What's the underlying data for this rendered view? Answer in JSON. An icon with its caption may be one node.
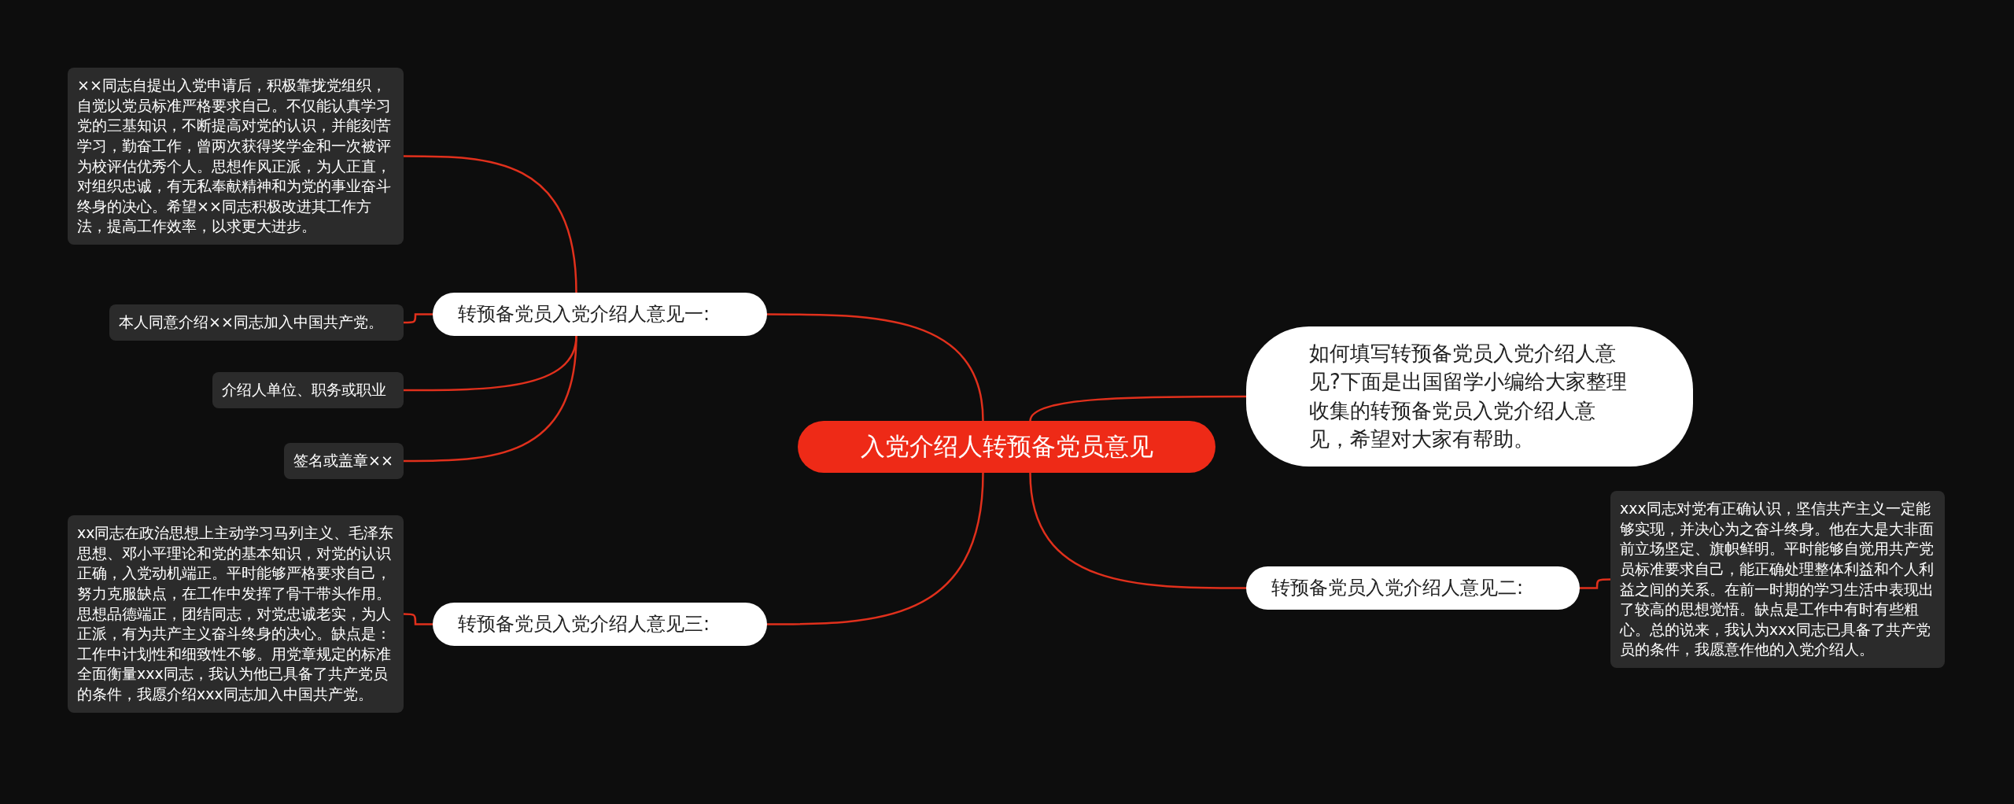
{
  "diagram": {
    "nodes": [
      {
        "text": [
          "入党介绍人转预备党员意见"
        ]
      },
      {
        "text": [
          "转预备党员入党介绍人意见一:"
        ]
      },
      {
        "text": [
          "××同志自提出入党申请后，积极靠拢党组织，自觉以党员标准严格要求自己。不仅能认真学习党的三基知识，不断提高对党的认识，并能刻苦学习，勤奋工作，曾两次获得奖学金和一次被评为校评估优秀个人。思想作风正派，为人正直，对组织忠诚，有无私奉献精神和为党的事业奋斗终身的决心。希望××同志积极改进其工作方法，提高工作效率，以求更大进步。"
        ]
      },
      {
        "text": [
          "本人同意介绍××同志加入中国共产党。"
        ]
      },
      {
        "text": [
          "介绍人单位、职务或职业"
        ]
      },
      {
        "text": [
          "签名或盖章××"
        ]
      },
      {
        "text": [
          "如何填写转预备党员入党介绍人意见?下面是出国留学小编给大家整理收集的转预备党员入党介绍人意见，希望对大家有帮助。"
        ]
      },
      {
        "text": [
          "转预备党员入党介绍人意见二:"
        ]
      },
      {
        "text": [
          "xxx同志对党有正确认识，坚信共产主义一定能够实现，并决心为之奋斗终身。他在大是大非面前立场坚定、旗帜鲜明。平时能够自觉用共产党员标准要求自己，能正确处理整体利益和个人利益之间的关系。在前一时期的学习生活中表现出了较高的思想觉悟。缺点是工作中有时有些粗心。总的说来，我认为xxx同志已具备了共产党员的条件，我愿意作他的入党介绍人。"
        ]
      },
      {
        "text": [
          "转预备党员入党介绍人意见三:"
        ]
      },
      {
        "text": [
          "xx同志在政治思想上主动学习马列主义、毛泽东思想、邓小平理论和党的基本知识，对党的认识正确，入党动机端正。平时能够严格要求自己，努力克服缺点，在工作中发挥了骨干带头作用。思想品德端正，团结同志，对党忠诚老实，为人正派，有为共产主义奋斗终身的决心。缺点是：工作中计划性和细致性不够。用党章规定的标准全面衡量xxx同志，我认为他已具备了共产党员的条件，我愿介绍xxx同志加入中国共产党。"
        ]
      }
    ],
    "edges": [
      {
        "from": 0,
        "to": 1,
        "arrow": "none"
      },
      {
        "from": 1,
        "to": 2,
        "arrow": "none"
      },
      {
        "from": 1,
        "to": 3,
        "arrow": "none"
      },
      {
        "from": 1,
        "to": 4,
        "arrow": "none"
      },
      {
        "from": 1,
        "to": 5,
        "arrow": "none"
      },
      {
        "from": 0,
        "to": 6,
        "arrow": "none"
      },
      {
        "from": 0,
        "to": 7,
        "arrow": "none"
      },
      {
        "from": 7,
        "to": 8,
        "arrow": "none"
      },
      {
        "from": 0,
        "to": 9,
        "arrow": "none"
      },
      {
        "from": 9,
        "to": 10,
        "arrow": "none"
      }
    ]
  }
}
